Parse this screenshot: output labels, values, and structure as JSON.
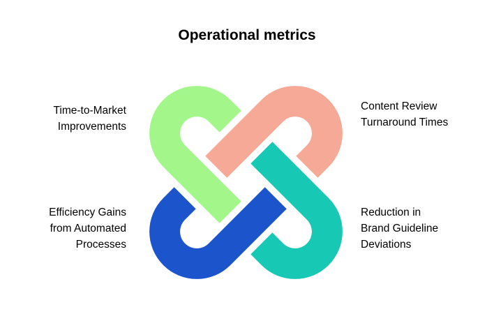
{
  "title": "Operational metrics",
  "background": "#ffffff",
  "text_color": "#000000",
  "knot": {
    "arms": [
      {
        "direction": "top-left",
        "color": "#a3f78a",
        "label": "Time-to-Market Improvements",
        "label_lines": [
          "Time-to-Market",
          "Improvements"
        ]
      },
      {
        "direction": "top-right",
        "color": "#f7a998",
        "label": "Content Review Turnaround Times",
        "label_lines": [
          "Content Review",
          "Turnaround Times"
        ]
      },
      {
        "direction": "bottom-right",
        "color": "#17c9b4",
        "label": "Reduction in Brand Guideline Deviations",
        "label_lines": [
          "Reduction in",
          "Brand Guideline",
          "Deviations"
        ]
      },
      {
        "direction": "bottom-left",
        "color": "#1c54cc",
        "label": "Efficiency Gains from Automated Processes",
        "label_lines": [
          "Efficiency Gains",
          "from Automated",
          "Processes"
        ]
      }
    ]
  }
}
